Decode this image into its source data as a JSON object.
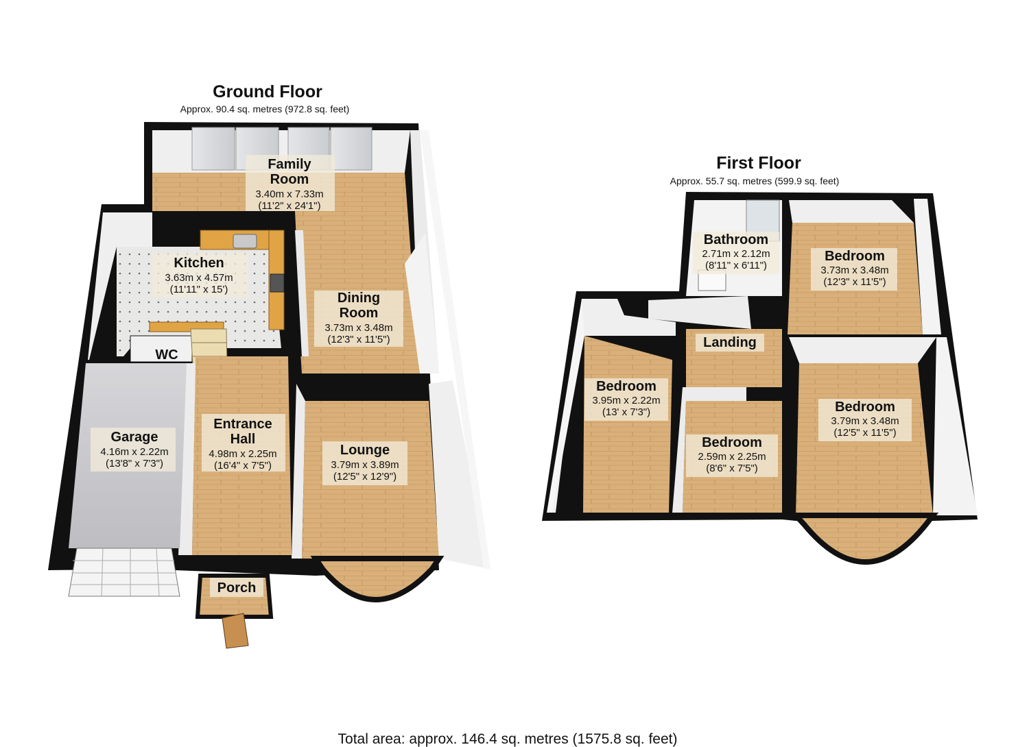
{
  "ground_floor": {
    "title": "Ground Floor",
    "area": "Approx.  90.4 sq. metres (972.8 sq. feet)",
    "rooms": {
      "family_room": {
        "name_1": "Family",
        "name_2": "Room",
        "metric": "3.40m x 7.33m",
        "imperial": "(11'2\" x 24'1\")"
      },
      "kitchen": {
        "name": "Kitchen",
        "metric": "3.63m x 4.57m",
        "imperial": "(11'11\" x 15')"
      },
      "dining_room": {
        "name_1": "Dining",
        "name_2": "Room",
        "metric": "3.73m x 3.48m",
        "imperial": "(12'3\" x 11'5\")"
      },
      "wc": {
        "name": "WC"
      },
      "entrance_hall": {
        "name_1": "Entrance",
        "name_2": "Hall",
        "metric": "4.98m x 2.25m",
        "imperial": "(16'4\" x 7'5\")"
      },
      "garage": {
        "name": "Garage",
        "metric": "4.16m x 2.22m",
        "imperial": "(13'8\" x 7'3\")"
      },
      "lounge": {
        "name": "Lounge",
        "metric": "3.79m x 3.89m",
        "imperial": "(12'5\" x 12'9\")"
      },
      "porch": {
        "name": "Porch"
      }
    }
  },
  "first_floor": {
    "title": "First Floor",
    "area": "Approx.  55.7 sq. metres (599.9 sq. feet)",
    "rooms": {
      "bathroom": {
        "name": "Bathroom",
        "metric": "2.71m x 2.12m",
        "imperial": "(8'11\" x 6'11\")"
      },
      "bedroom_rear_right": {
        "name": "Bedroom",
        "metric": "3.73m x 3.48m",
        "imperial": "(12'3\" x 11'5\")"
      },
      "landing": {
        "name": "Landing"
      },
      "bedroom_left": {
        "name": "Bedroom",
        "metric": "3.95m x 2.22m",
        "imperial": "(13' x 7'3\")"
      },
      "bedroom_small": {
        "name": "Bedroom",
        "metric": "2.59m x 2.25m",
        "imperial": "(8'6\" x 7'5\")"
      },
      "bedroom_front_right": {
        "name": "Bedroom",
        "metric": "3.79m x 3.48m",
        "imperial": "(12'5\" x 11'5\")"
      }
    }
  },
  "total_area": "Total area: approx. 146.4 sq. metres (1575.8 sq. feet)",
  "colors": {
    "floor_wood": "#d9b07a",
    "wood_line": "#c29458",
    "kitchen_tile": "#e8e8e6",
    "garage_floor": "#c9c9cc",
    "wall_shade": "#ededed",
    "outline": "#111111"
  }
}
